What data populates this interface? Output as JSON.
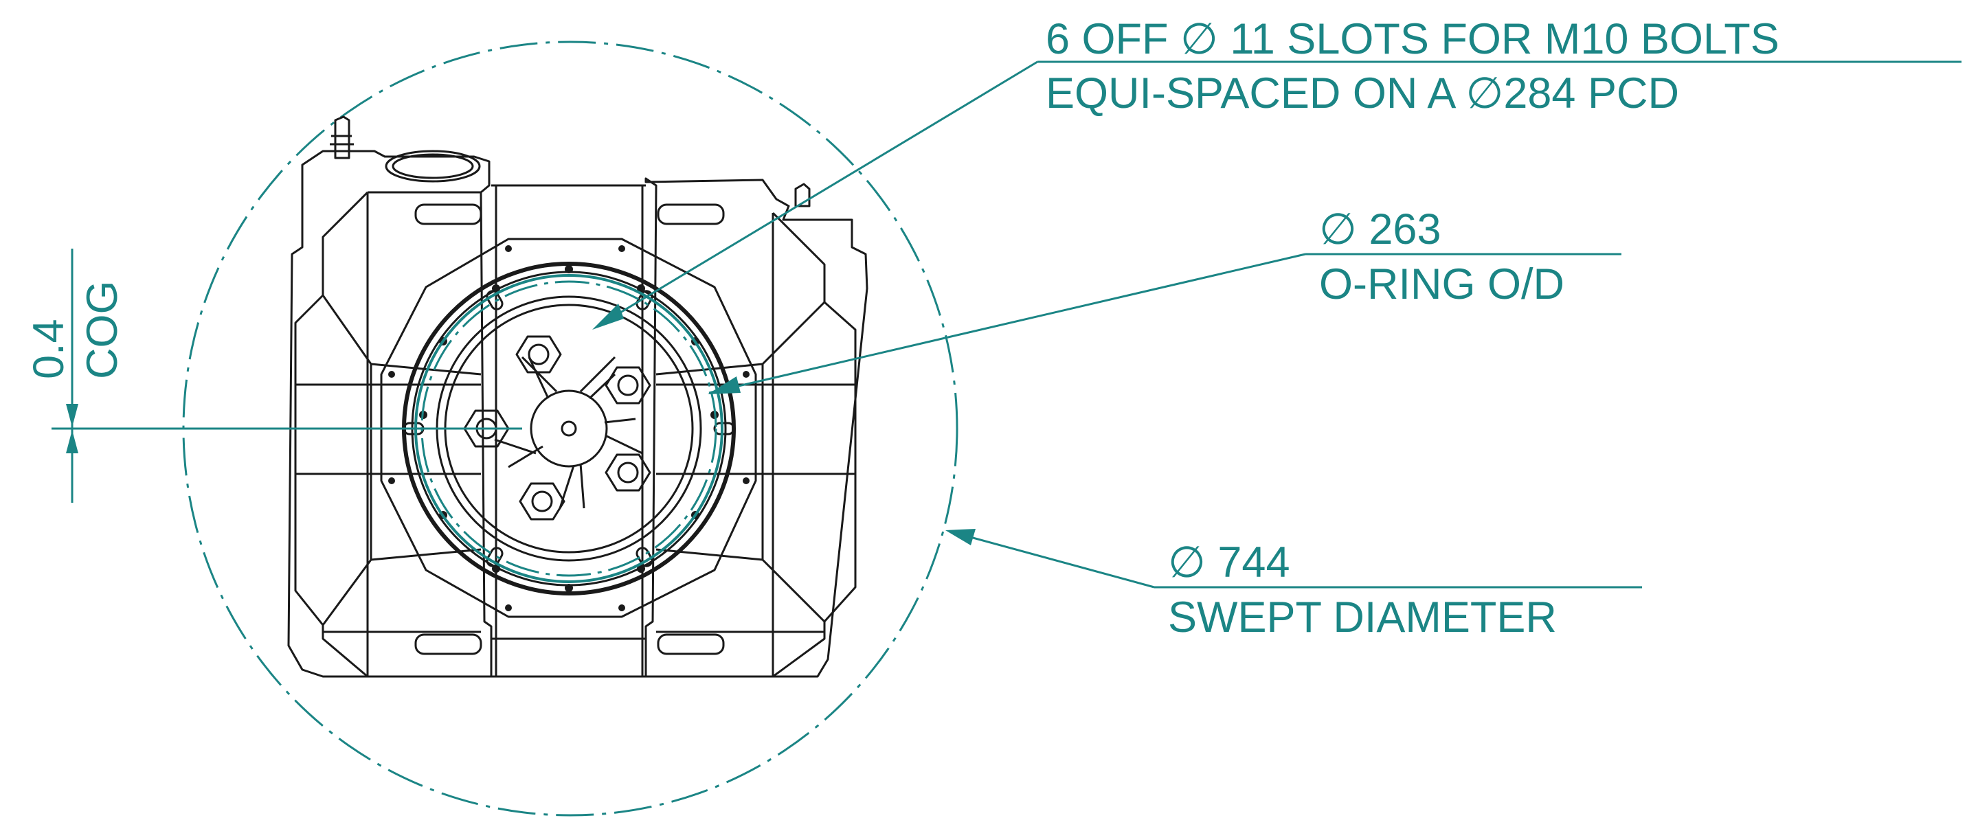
{
  "colors": {
    "dimension": "#1b8585",
    "outline": "#1a1a1a",
    "background": "#ffffff"
  },
  "annotations": {
    "slots": {
      "line1": "6 OFF  ∅ 11  SLOTS FOR M10 BOLTS",
      "line2": "EQUI-SPACED ON A ∅284 PCD"
    },
    "oring": {
      "line1": "∅  263",
      "line2": "O-RING O/D"
    },
    "swept": {
      "line1": "∅  744",
      "line2": "SWEPT DIAMETER"
    },
    "cog": {
      "value": "0.4",
      "label": "COG"
    }
  }
}
